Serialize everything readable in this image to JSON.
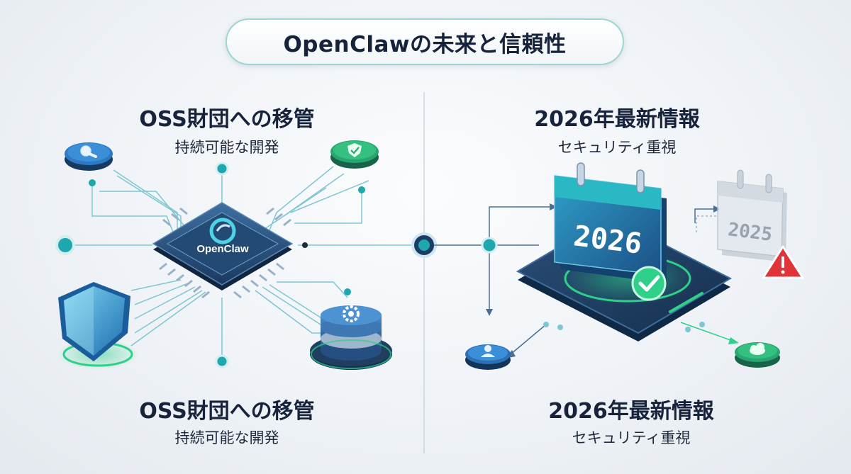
{
  "title": "OpenClawの未来と信頼性",
  "left": {
    "top_heading": "OSS財団への移管",
    "top_sub": "持続可能な開発",
    "bottom_heading": "OSS財団への移管",
    "bottom_sub": "持続可能な開発",
    "chip_label": "OpenClaw"
  },
  "right": {
    "top_heading": "2026年最新情報",
    "top_sub": "セキュリティ重視",
    "bottom_heading": "2026年最新情報",
    "bottom_sub": "セキュリティ重視",
    "current_year": "2026",
    "old_year": "2025"
  },
  "colors": {
    "navy": "#17233b",
    "teal": "#1fa7b0",
    "green": "#2fd08a",
    "blue": "#2d6fb3",
    "warning_red": "#e0333a"
  },
  "icons": [
    "search-icon",
    "shield-check-icon",
    "shield-icon",
    "database-gear-icon",
    "calendar-icon",
    "check-icon",
    "warning-icon",
    "user-icon",
    "cloud-upload-icon"
  ]
}
